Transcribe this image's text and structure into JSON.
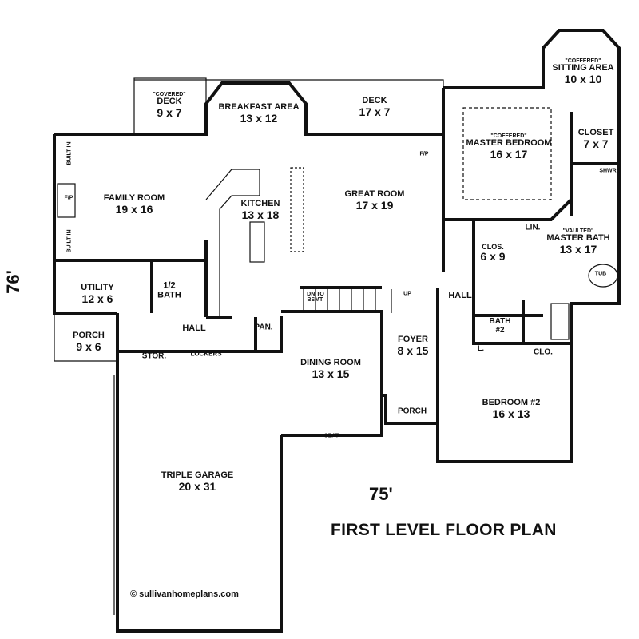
{
  "title": "FIRST LEVEL FLOOR PLAN",
  "dimensions": {
    "width": "75'",
    "depth": "76'"
  },
  "copyright": "© sullivanhomeplans.com",
  "rooms": [
    {
      "id": "covered-deck",
      "qualifier": "\"COVERED\"",
      "name": "DECK",
      "size": "9 x 7"
    },
    {
      "id": "breakfast-area",
      "name": "BREAKFAST AREA",
      "size": "13 x 12"
    },
    {
      "id": "deck",
      "name": "DECK",
      "size": "17 x 7"
    },
    {
      "id": "sitting-area",
      "qualifier": "\"COFFERED\"",
      "name": "SITTING AREA",
      "size": "10 x 10"
    },
    {
      "id": "master-bedroom",
      "qualifier": "\"COFFERED\"",
      "name": "MASTER BEDROOM",
      "size": "16 x 17"
    },
    {
      "id": "closet",
      "name": "CLOSET",
      "size": "7 x 7"
    },
    {
      "id": "family-room",
      "name": "FAMILY ROOM",
      "size": "19 x 16"
    },
    {
      "id": "kitchen",
      "name": "KITCHEN",
      "size": "13 x 18"
    },
    {
      "id": "great-room",
      "name": "GREAT ROOM",
      "size": "17 x 19"
    },
    {
      "id": "master-bath",
      "qualifier": "\"VAULTED\"",
      "name": "MASTER BATH",
      "size": "13 x 17"
    },
    {
      "id": "master-closet",
      "name": "CLOS.",
      "size": "6 x 9"
    },
    {
      "id": "utility",
      "name": "UTILITY",
      "size": "12 x 6"
    },
    {
      "id": "half-bath",
      "name": "1/2",
      "size": "BATH"
    },
    {
      "id": "porch-side",
      "name": "PORCH",
      "size": "9 x 6"
    },
    {
      "id": "foyer",
      "name": "FOYER",
      "size": "8 x 15"
    },
    {
      "id": "dining-room",
      "name": "DINING ROOM",
      "size": "13 x 15"
    },
    {
      "id": "bedroom-2",
      "name": "BEDROOM #2",
      "size": "16 x 13"
    },
    {
      "id": "triple-garage",
      "name": "TRIPLE GARAGE",
      "size": "20 x 31"
    }
  ],
  "small_labels": {
    "fp_family": "F/P",
    "fp_great": "F/P",
    "built_in_top": "BUILT-IN",
    "built_in_bottom": "BUILT-IN",
    "hall_main": "HALL",
    "hall_east": "HALL",
    "pantry": "PAN.",
    "storage": "STOR.",
    "lockers": "LOCKERS",
    "stairs_down": "DN TO BSMT.",
    "stairs_up": "UP",
    "porch_front": "PORCH",
    "seat": "SEAT",
    "bath2": "BATH #2",
    "linen": "LIN.",
    "linen2": "L.",
    "closet2": "CLO.",
    "shower": "SHWR.",
    "tub": "TUB"
  }
}
